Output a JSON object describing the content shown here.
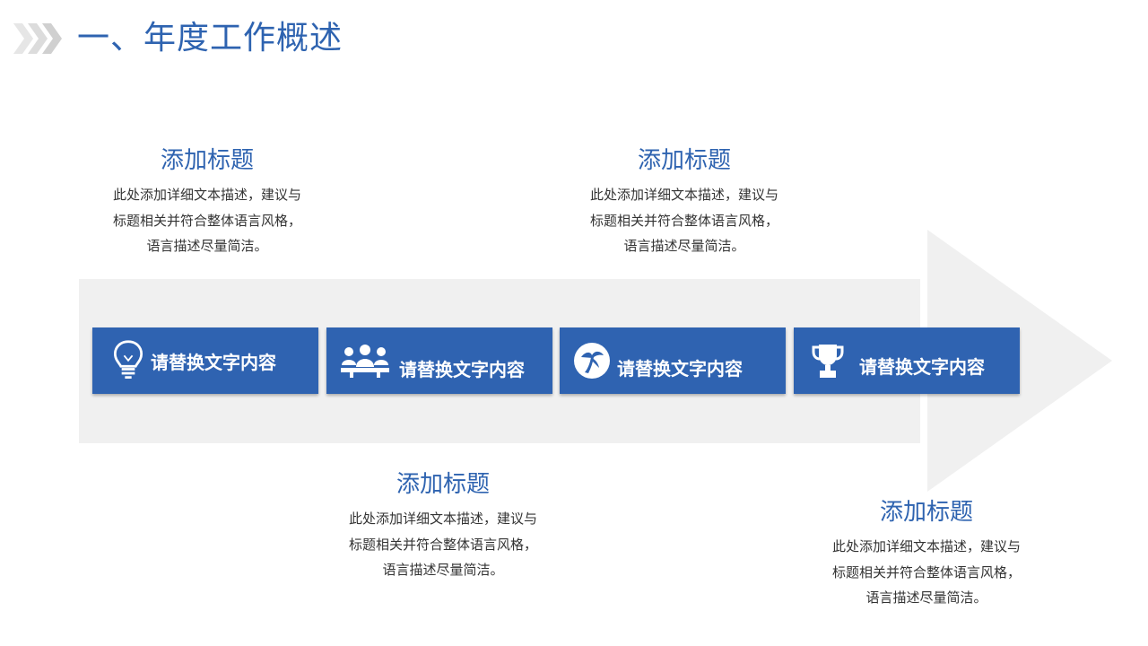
{
  "page": {
    "title": "一、年度工作概述"
  },
  "steps": [
    {
      "label": "请替换文字内容",
      "icon": "lightbulb-icon"
    },
    {
      "label": "请替换文字内容",
      "icon": "team-meeting-icon"
    },
    {
      "label": "请替换文字内容",
      "icon": "palm-tree-icon"
    },
    {
      "label": "请替换文字内容",
      "icon": "trophy-icon"
    }
  ],
  "items": [
    {
      "title": "添加标题",
      "text": "此处添加详细文本描述，建议与标题相关并符合整体语言风格，语言描述尽量简洁。"
    },
    {
      "title": "添加标题",
      "text": "此处添加详细文本描述，建议与标题相关并符合整体语言风格，语言描述尽量简洁。"
    },
    {
      "title": "添加标题",
      "text": "此处添加详细文本描述，建议与标题相关并符合整体语言风格，语言描述尽量简洁。"
    },
    {
      "title": "添加标题",
      "text": "此处添加详细文本描述，建议与标题相关并符合整体语言风格，语言描述尽量简洁。"
    }
  ],
  "colors": {
    "accent": "#2e63b0",
    "step_fill": "#2f63b1",
    "arrow_bg": "#f0f0f0",
    "body_text": "#333333"
  }
}
